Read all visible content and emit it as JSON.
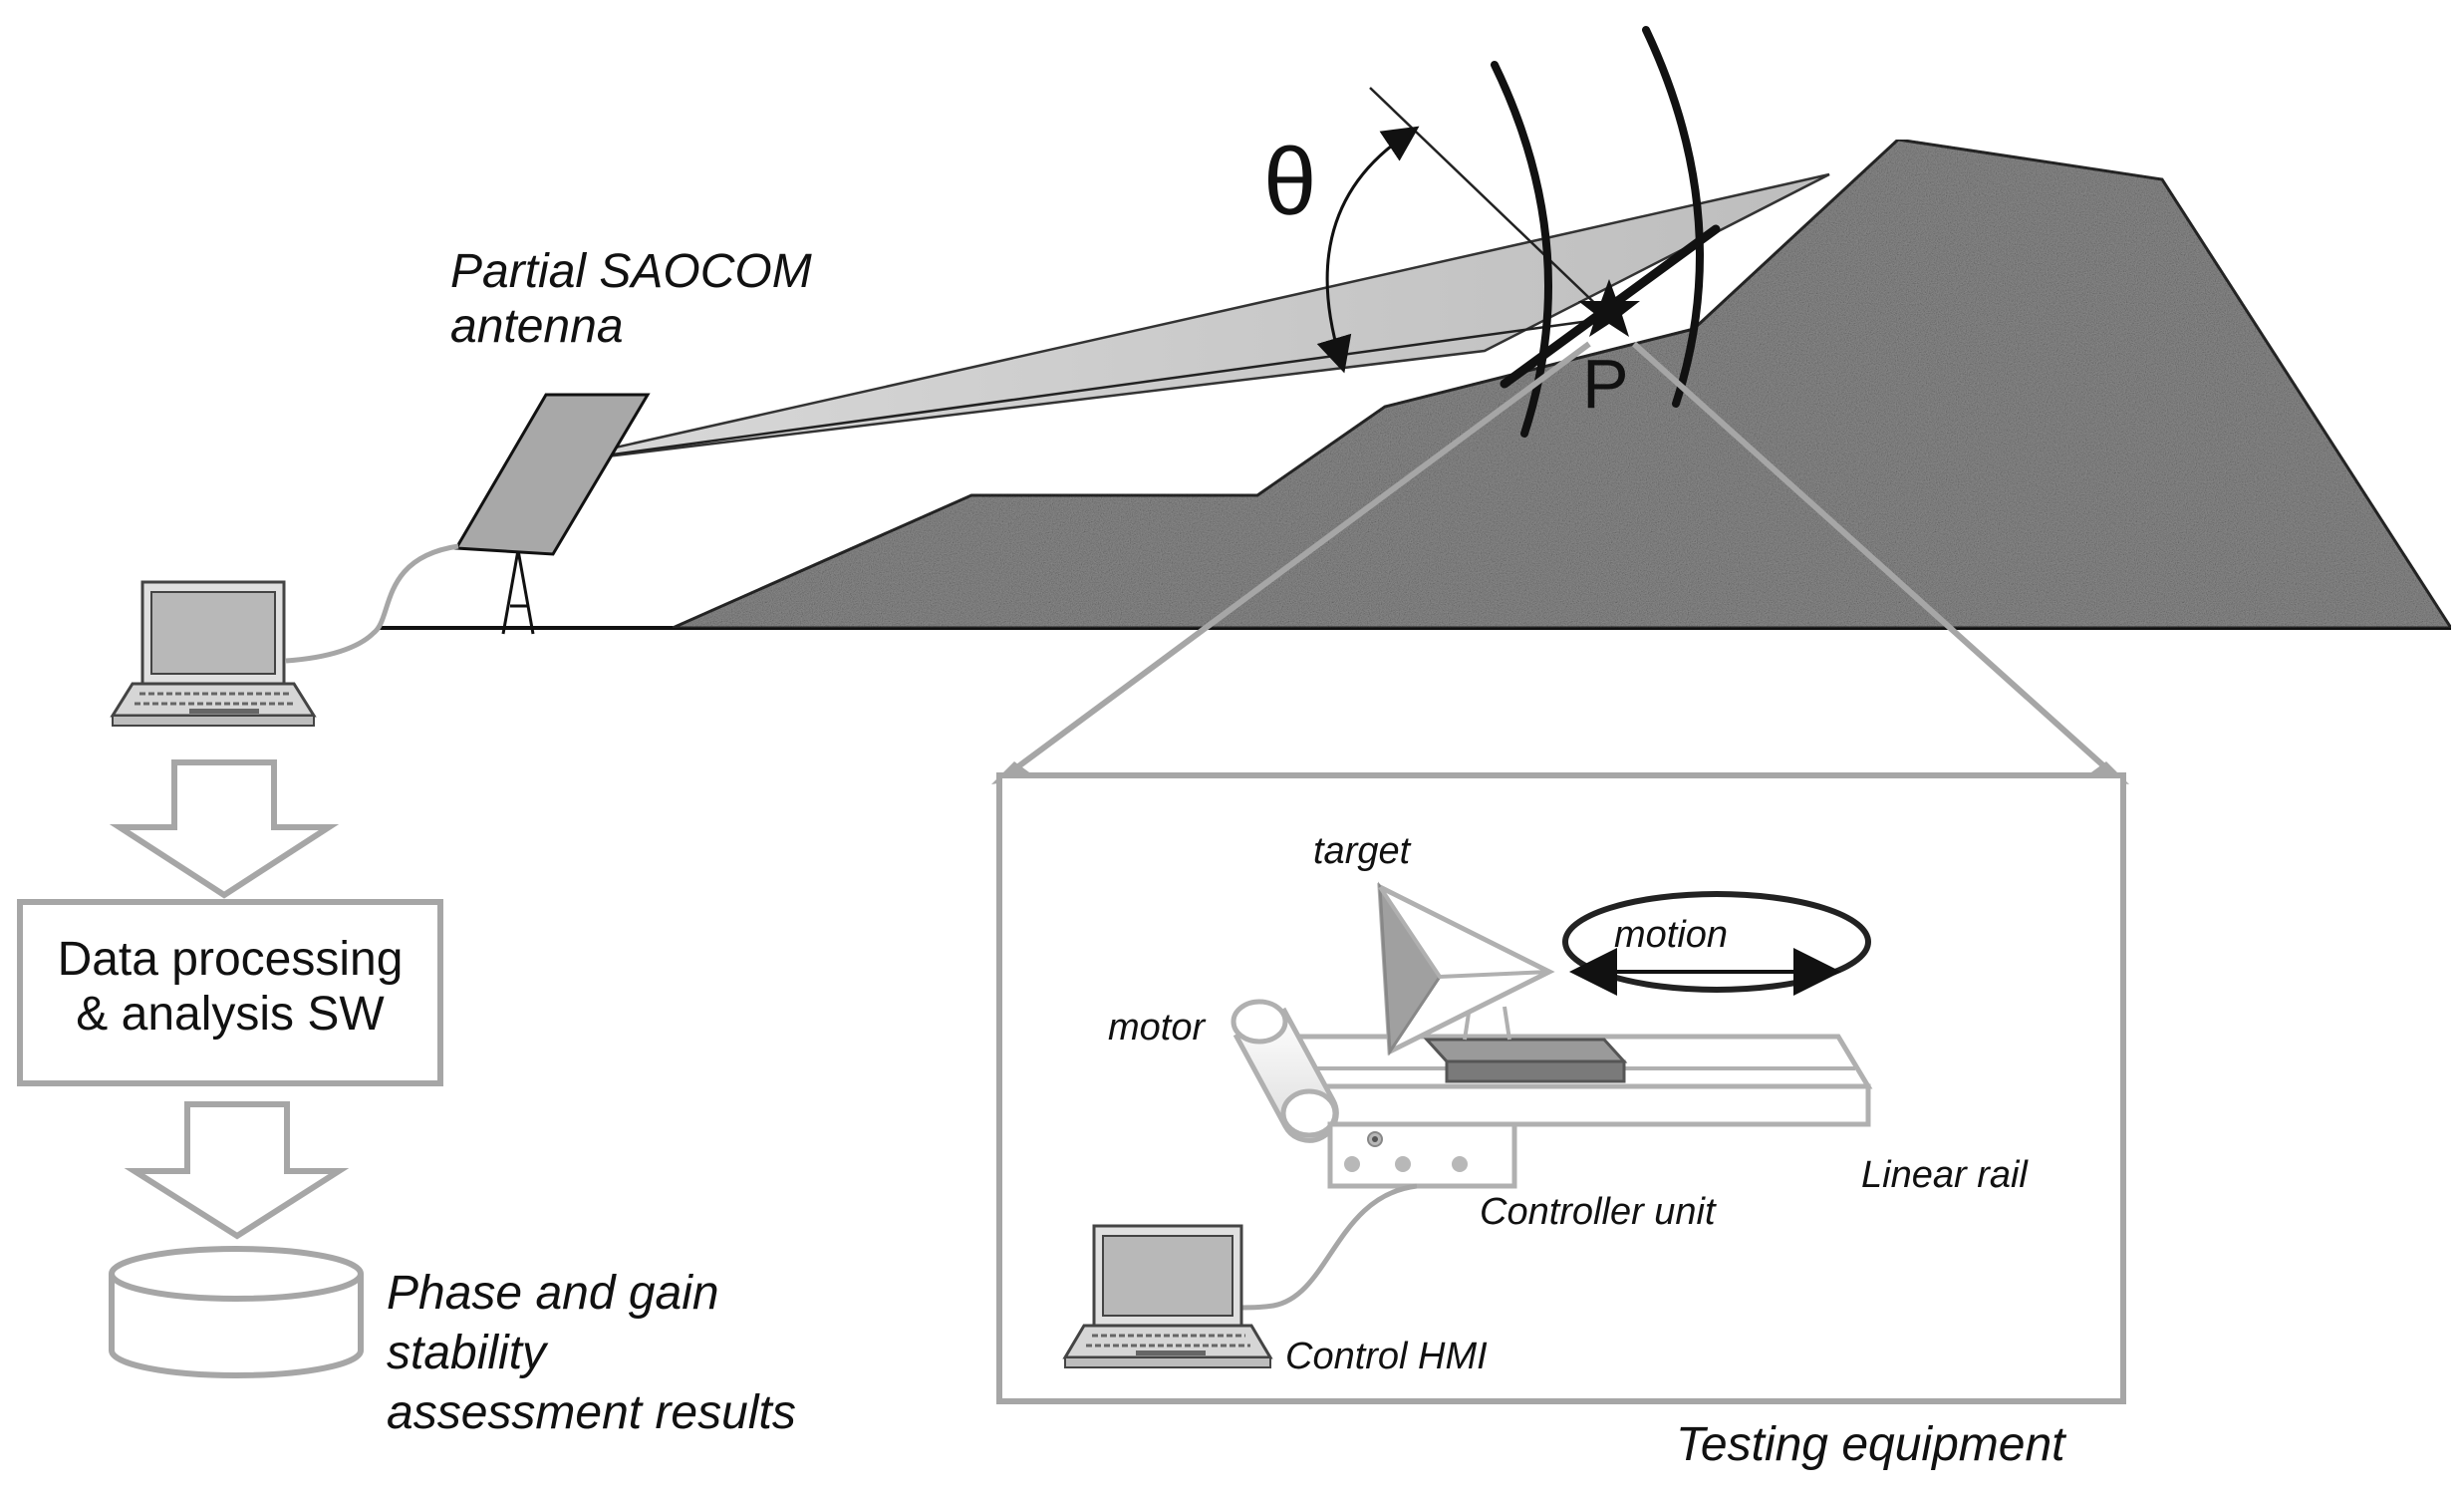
{
  "labels": {
    "antenna": "Partial SAOCOM\nantenna",
    "theta": "θ",
    "point": "P",
    "processing": "Data processing\n& analysis SW",
    "results": "Phase and gain\nstability\nassessment results",
    "target": "target",
    "motion": "motion",
    "motor": "motor",
    "linear_rail": "Linear rail",
    "controller": "Controller unit",
    "hmi": "Control HMI",
    "testing_equipment": "Testing equipment"
  },
  "colors": {
    "terrain": "#8c8c8c",
    "gray_outline": "#a6a6a6",
    "beam_fill": "#c8c8c8",
    "line": "#111111"
  }
}
